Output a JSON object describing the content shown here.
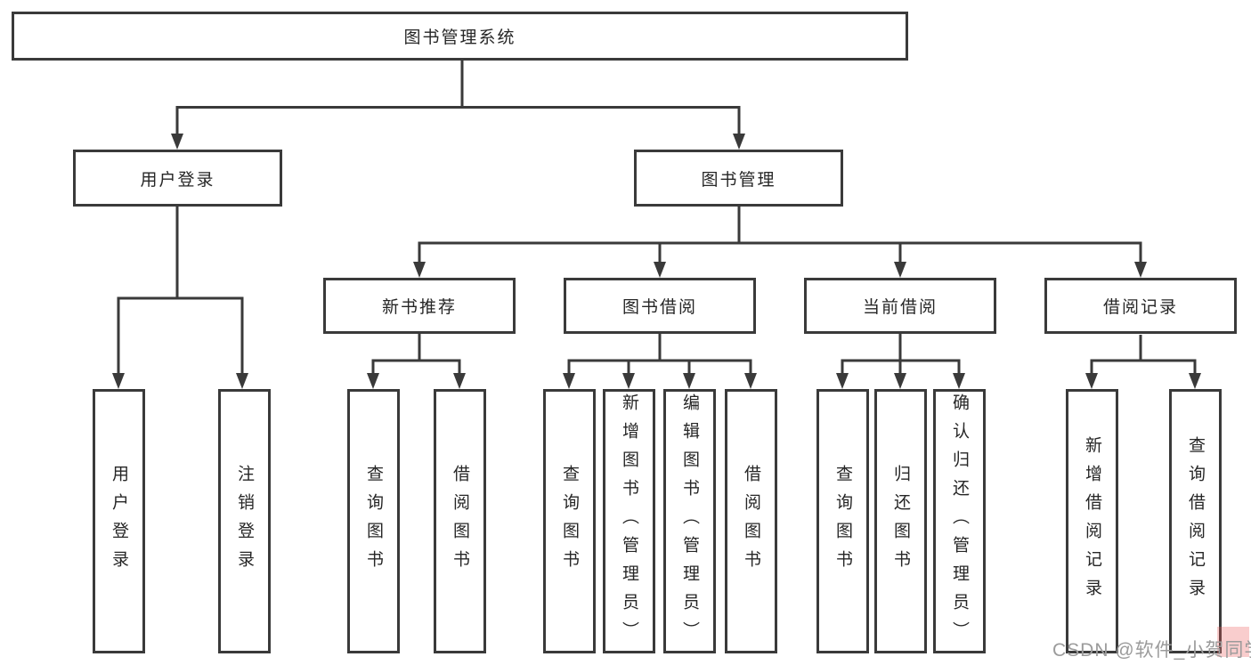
{
  "diagram": {
    "root": {
      "label": "图书管理系统"
    },
    "level2": [
      {
        "label": "用户登录"
      },
      {
        "label": "图书管理"
      }
    ],
    "level3": [
      {
        "label": "新书推荐"
      },
      {
        "label": "图书借阅"
      },
      {
        "label": "当前借阅"
      },
      {
        "label": "借阅记录"
      }
    ],
    "leaves": {
      "user_login": [
        {
          "label": "用户登录"
        },
        {
          "label": "注销登录"
        }
      ],
      "new_book": [
        {
          "label": "查询图书"
        },
        {
          "label": "借阅图书"
        }
      ],
      "book_borrow": [
        {
          "label": "查询图书"
        },
        {
          "label": "新增图书（管理员）"
        },
        {
          "label": "编辑图书（管理员）"
        },
        {
          "label": "借阅图书"
        }
      ],
      "current_borrow": [
        {
          "label": "查询图书"
        },
        {
          "label": "归还图书"
        },
        {
          "label": "确认归还（管理员）"
        }
      ],
      "borrow_records": [
        {
          "label": "新增借阅记录"
        },
        {
          "label": "查询借阅记录"
        }
      ]
    }
  },
  "watermark": {
    "text": "CSDN @软件_小贺同学"
  },
  "colors": {
    "line": "#3a3a3a",
    "box_border": "#3a3a3a",
    "text": "#262626",
    "background": "#ffffff",
    "watermark_text": "#9b9b9b",
    "watermark_highlight": "#ea5a5a"
  }
}
